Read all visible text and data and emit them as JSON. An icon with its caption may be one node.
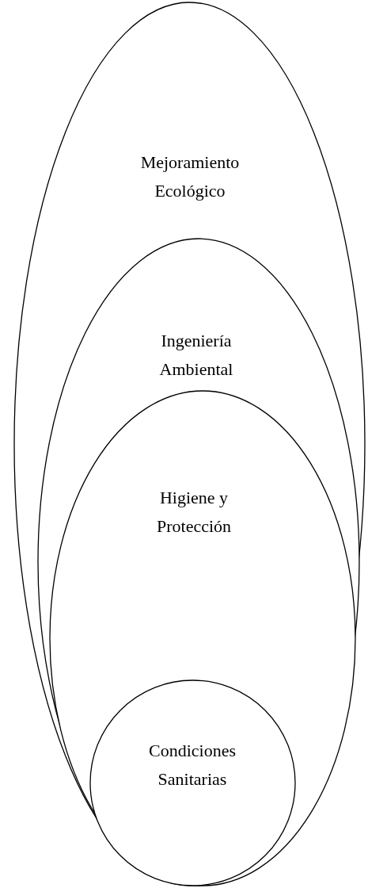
{
  "diagram": {
    "nodes": [
      {
        "text": [
          "Mejoramiento Ecológico"
        ]
      },
      {
        "text": [
          "Ingeniería Ambiental"
        ],
        "in": 0
      },
      {
        "text": [
          "Higiene y Protección"
        ],
        "in": 1
      },
      {
        "text": [
          "Condiciones Sanitarias"
        ],
        "in": 2
      }
    ]
  }
}
